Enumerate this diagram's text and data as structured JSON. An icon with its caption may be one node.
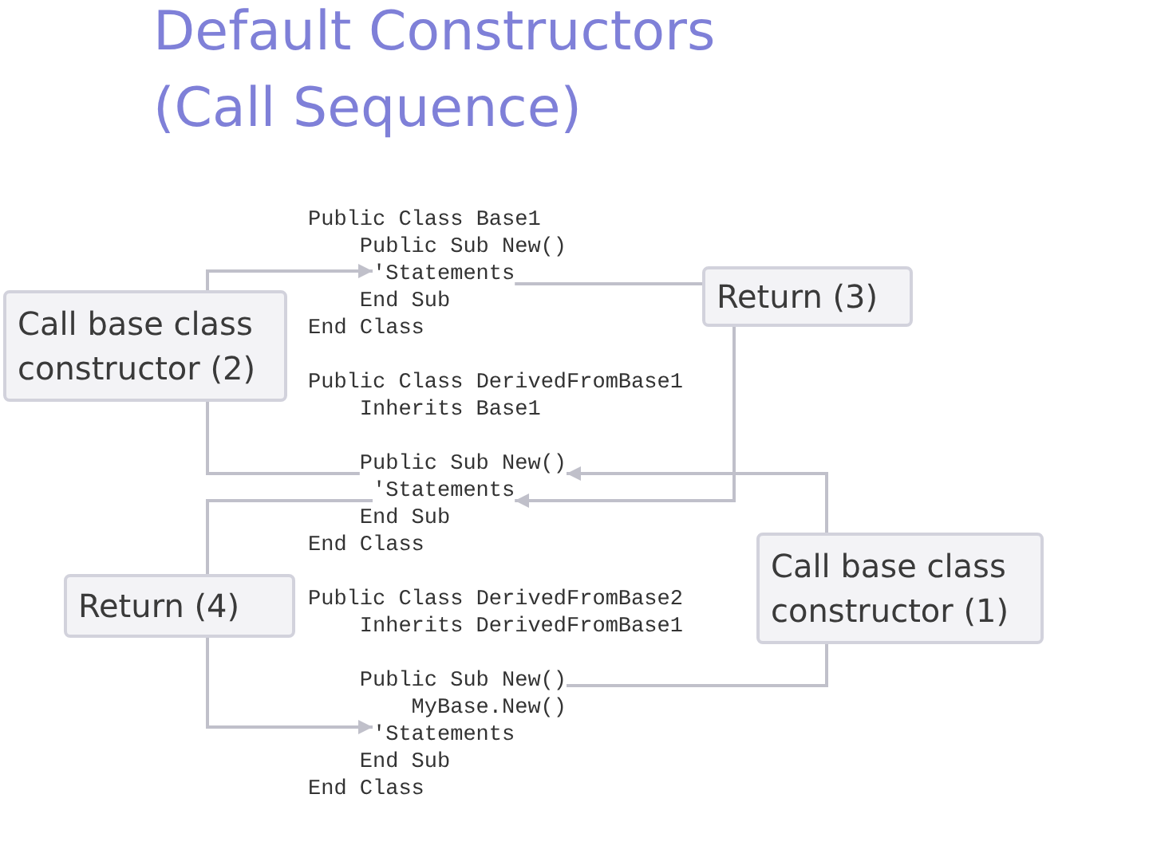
{
  "diagram": {
    "title": "Default Constructors (Call Sequence)",
    "nodes": [
      {
        "text": [
          "'Statements"
        ]
      },
      {
        "text": [
          "Call base class constructor (2)"
        ]
      },
      {
        "text": [
          "Return (3)"
        ]
      },
      {
        "text": [
          "Public Sub New()"
        ]
      },
      {
        "text": [
          "'Statements"
        ]
      },
      {
        "text": [
          "Return (4)"
        ]
      },
      {
        "text": [
          "Call base class constructor (1)"
        ]
      },
      {
        "text": [
          "Public Sub New()"
        ]
      },
      {
        "text": [
          "'Statements"
        ]
      }
    ],
    "edges": [
      {
        "from": 7,
        "to": 6,
        "arrow": "none"
      },
      {
        "from": 6,
        "to": 3,
        "arrow": "to"
      },
      {
        "from": 3,
        "to": 1,
        "arrow": "none"
      },
      {
        "from": 1,
        "to": 0,
        "arrow": "to"
      },
      {
        "from": 0,
        "to": 2,
        "arrow": "none"
      },
      {
        "from": 2,
        "to": 4,
        "arrow": "to"
      },
      {
        "from": 4,
        "to": 5,
        "arrow": "none"
      },
      {
        "from": 5,
        "to": 8,
        "arrow": "to"
      }
    ],
    "labels": [
      "Public Class Base1",
      "Public Sub New()",
      "End Sub",
      "End Class",
      "Public Class DerivedFromBase1",
      "Inherits Base1",
      "End Sub",
      "End Class",
      "Public Class DerivedFromBase2",
      "Inherits DerivedFromBase1",
      "MyBase.New()",
      "End Sub",
      "End Class"
    ]
  }
}
